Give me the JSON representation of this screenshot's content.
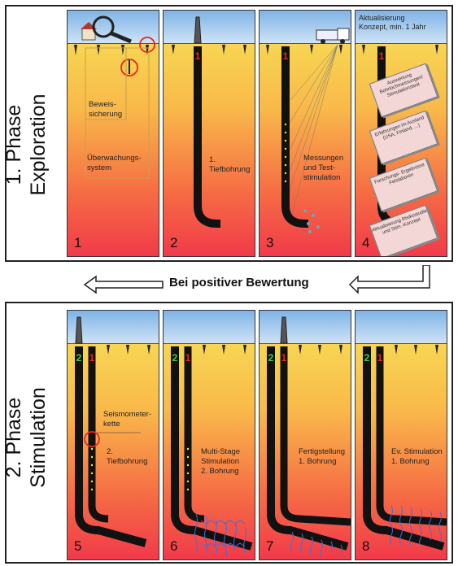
{
  "phase1": {
    "label_line1": "1. Phase",
    "label_line2": "Exploration"
  },
  "phase2": {
    "label_line1": "2. Phase",
    "label_line2": "Stimulation"
  },
  "decision": "Bei positiver Bewertung",
  "panels": [
    {
      "number": "1",
      "texts": [
        "Beweis-",
        "sicherung",
        "Überwachungs-",
        "system"
      ]
    },
    {
      "number": "2",
      "texts": [
        "1.",
        "Tiefbohrung"
      ],
      "well_label": "1"
    },
    {
      "number": "3",
      "texts": [
        "Messungen",
        "und Test-",
        "stimulation"
      ],
      "well_label": "1"
    },
    {
      "number": "4",
      "texts": [
        "Aktualisierung",
        "Konzept, min. 1 Jahr"
      ],
      "well_label": "1",
      "notes": [
        "Auswertung Bohrlochmessungen/ Stimulationstest",
        "Erfahrungen im Ausland (USA, Finland, ...)",
        "Forschungs- Ergebnisse Felslaboren",
        "Aktualisierung Risikostudie und Stim.-Konzept"
      ]
    },
    {
      "number": "5",
      "texts": [
        "Seismometer-",
        "kette",
        "2.",
        "Tiefbohrung"
      ],
      "well_labels": [
        "2",
        "1"
      ]
    },
    {
      "number": "6",
      "texts": [
        "Multi-Stage",
        "Stimulation",
        "2. Bohrung"
      ],
      "well_labels": [
        "2",
        "1"
      ]
    },
    {
      "number": "7",
      "texts": [
        "Fertigstellung",
        "1. Bohrung"
      ],
      "well_labels": [
        "2",
        "1"
      ]
    },
    {
      "number": "8",
      "texts": [
        "Ev. Stimulation",
        "1. Bohrung"
      ],
      "well_labels": [
        "2",
        "1"
      ]
    }
  ]
}
